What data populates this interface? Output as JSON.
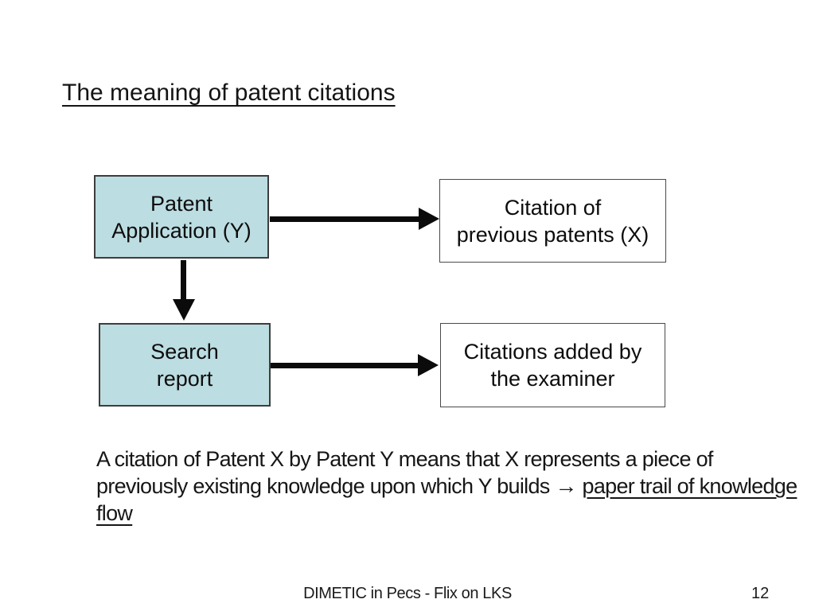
{
  "slide": {
    "title": "The meaning of patent citations",
    "diagram": {
      "boxes": [
        {
          "id": "patent-application",
          "line1": "Patent",
          "line2": "Application (Y)",
          "fill": "#bcdde1"
        },
        {
          "id": "citation-previous-patents",
          "line1": "Citation of",
          "line2": "previous patents (X)",
          "fill": "#ffffff"
        },
        {
          "id": "search-report",
          "line1": "Search",
          "line2": "report",
          "fill": "#bcdde1"
        },
        {
          "id": "citations-added-examiner",
          "line1": "Citations added by",
          "line2": "the examiner",
          "fill": "#ffffff"
        }
      ],
      "arrows": [
        {
          "id": "patent-to-citation",
          "direction": "right"
        },
        {
          "id": "patent-to-search",
          "direction": "down"
        },
        {
          "id": "search-to-examiner",
          "direction": "right"
        }
      ]
    },
    "body": {
      "text_before_arrow": "A citation of Patent X by Patent Y means that X represents a piece of previously existing knowledge upon which Y builds ",
      "arrow_glyph": "→",
      "underlined_text": "paper trail of knowledge flow"
    },
    "footer": {
      "left_text": "DIMETIC in Pecs - Flix on LKS",
      "page_number": "12"
    },
    "colors": {
      "background": "#ffffff",
      "box_blue_fill": "#bcdde1",
      "box_border": "#3d3d3d",
      "arrow_black": "#0b0b0b",
      "text": "#111111"
    }
  }
}
